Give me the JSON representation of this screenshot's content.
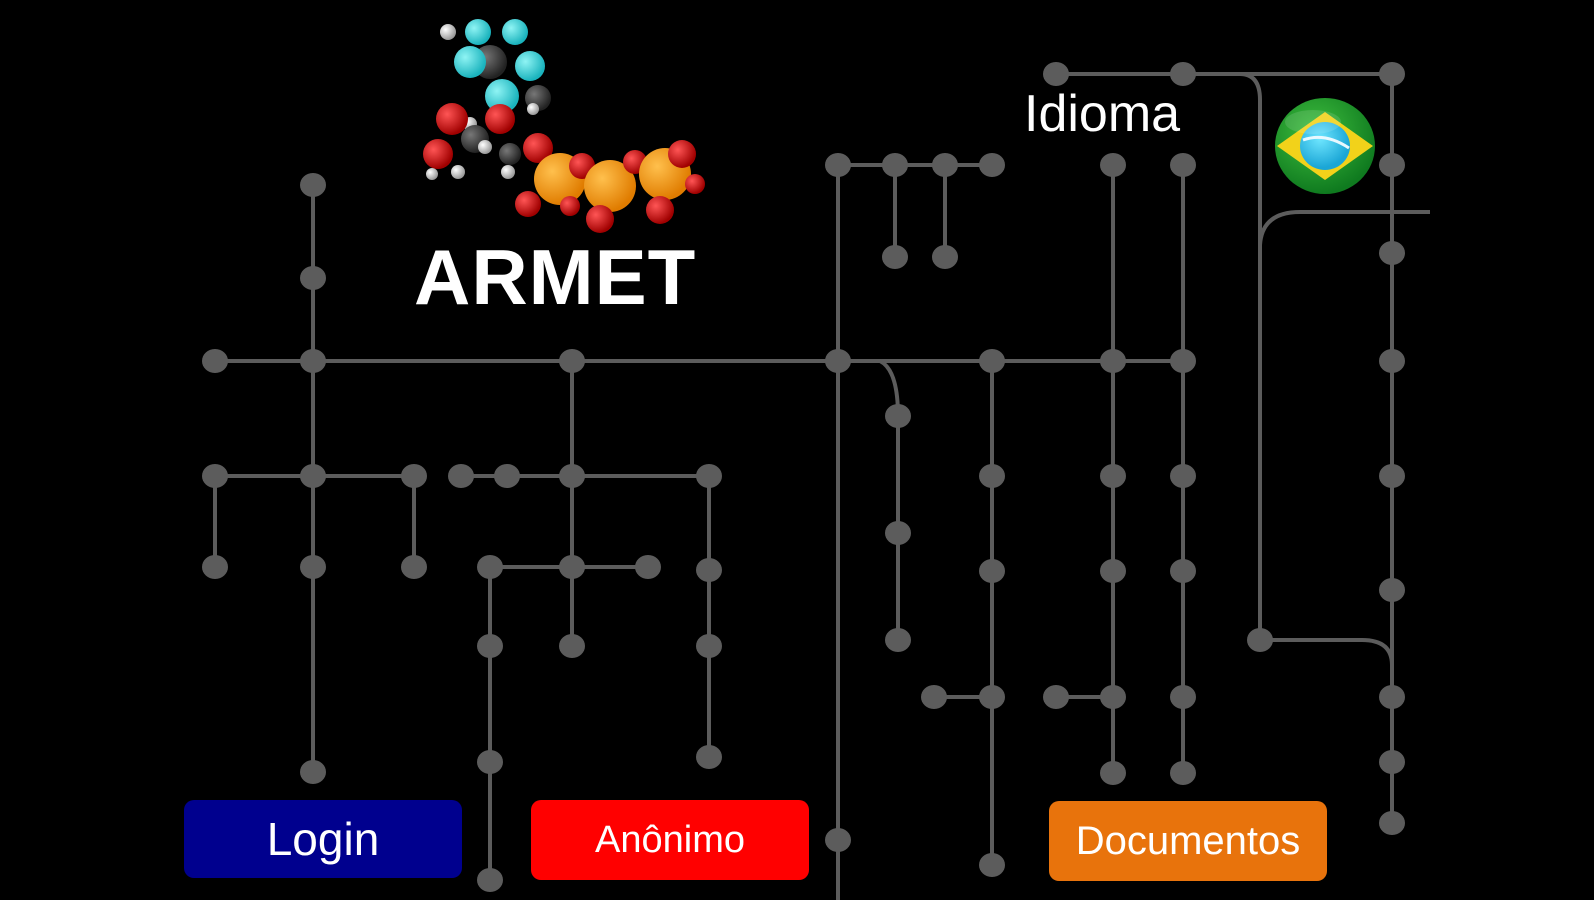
{
  "app": {
    "brand_name": "ARMET"
  },
  "language": {
    "label": "Idioma",
    "current_flag_icon": "brazil-flag-icon"
  },
  "actions": {
    "login_label": "Login",
    "anonymous_label": "Anônimo",
    "documents_label": "Documentos"
  },
  "colors": {
    "background": "#000000",
    "network_gray": "#5c5c5c",
    "login_button": "#00008e",
    "anonymous_button": "#ff0000",
    "documents_button": "#e8730c",
    "text": "#ffffff"
  }
}
